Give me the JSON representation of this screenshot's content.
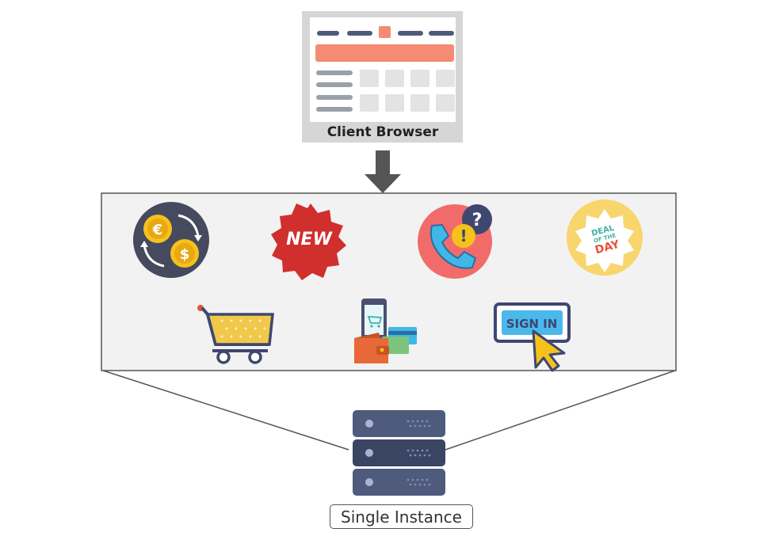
{
  "diagram": {
    "client": {
      "label": "Client Browser"
    },
    "services": [
      {
        "name": "currency-exchange"
      },
      {
        "name": "new-badge",
        "text": "NEW"
      },
      {
        "name": "support-call"
      },
      {
        "name": "deal-of-the-day",
        "lines": [
          "DEAL",
          "OF THE",
          "DAY"
        ]
      },
      {
        "name": "shopping-cart"
      },
      {
        "name": "mobile-wallet-payment"
      },
      {
        "name": "sign-in-button",
        "text": "SIGN IN"
      }
    ],
    "server": {
      "label": "Single Instance"
    },
    "colors": {
      "panel_bg": "#f2f2f2",
      "panel_border": "#555555",
      "accent_orange": "#f58b72",
      "server_navy": "#4f5b7c",
      "arrow": "#555555"
    }
  }
}
